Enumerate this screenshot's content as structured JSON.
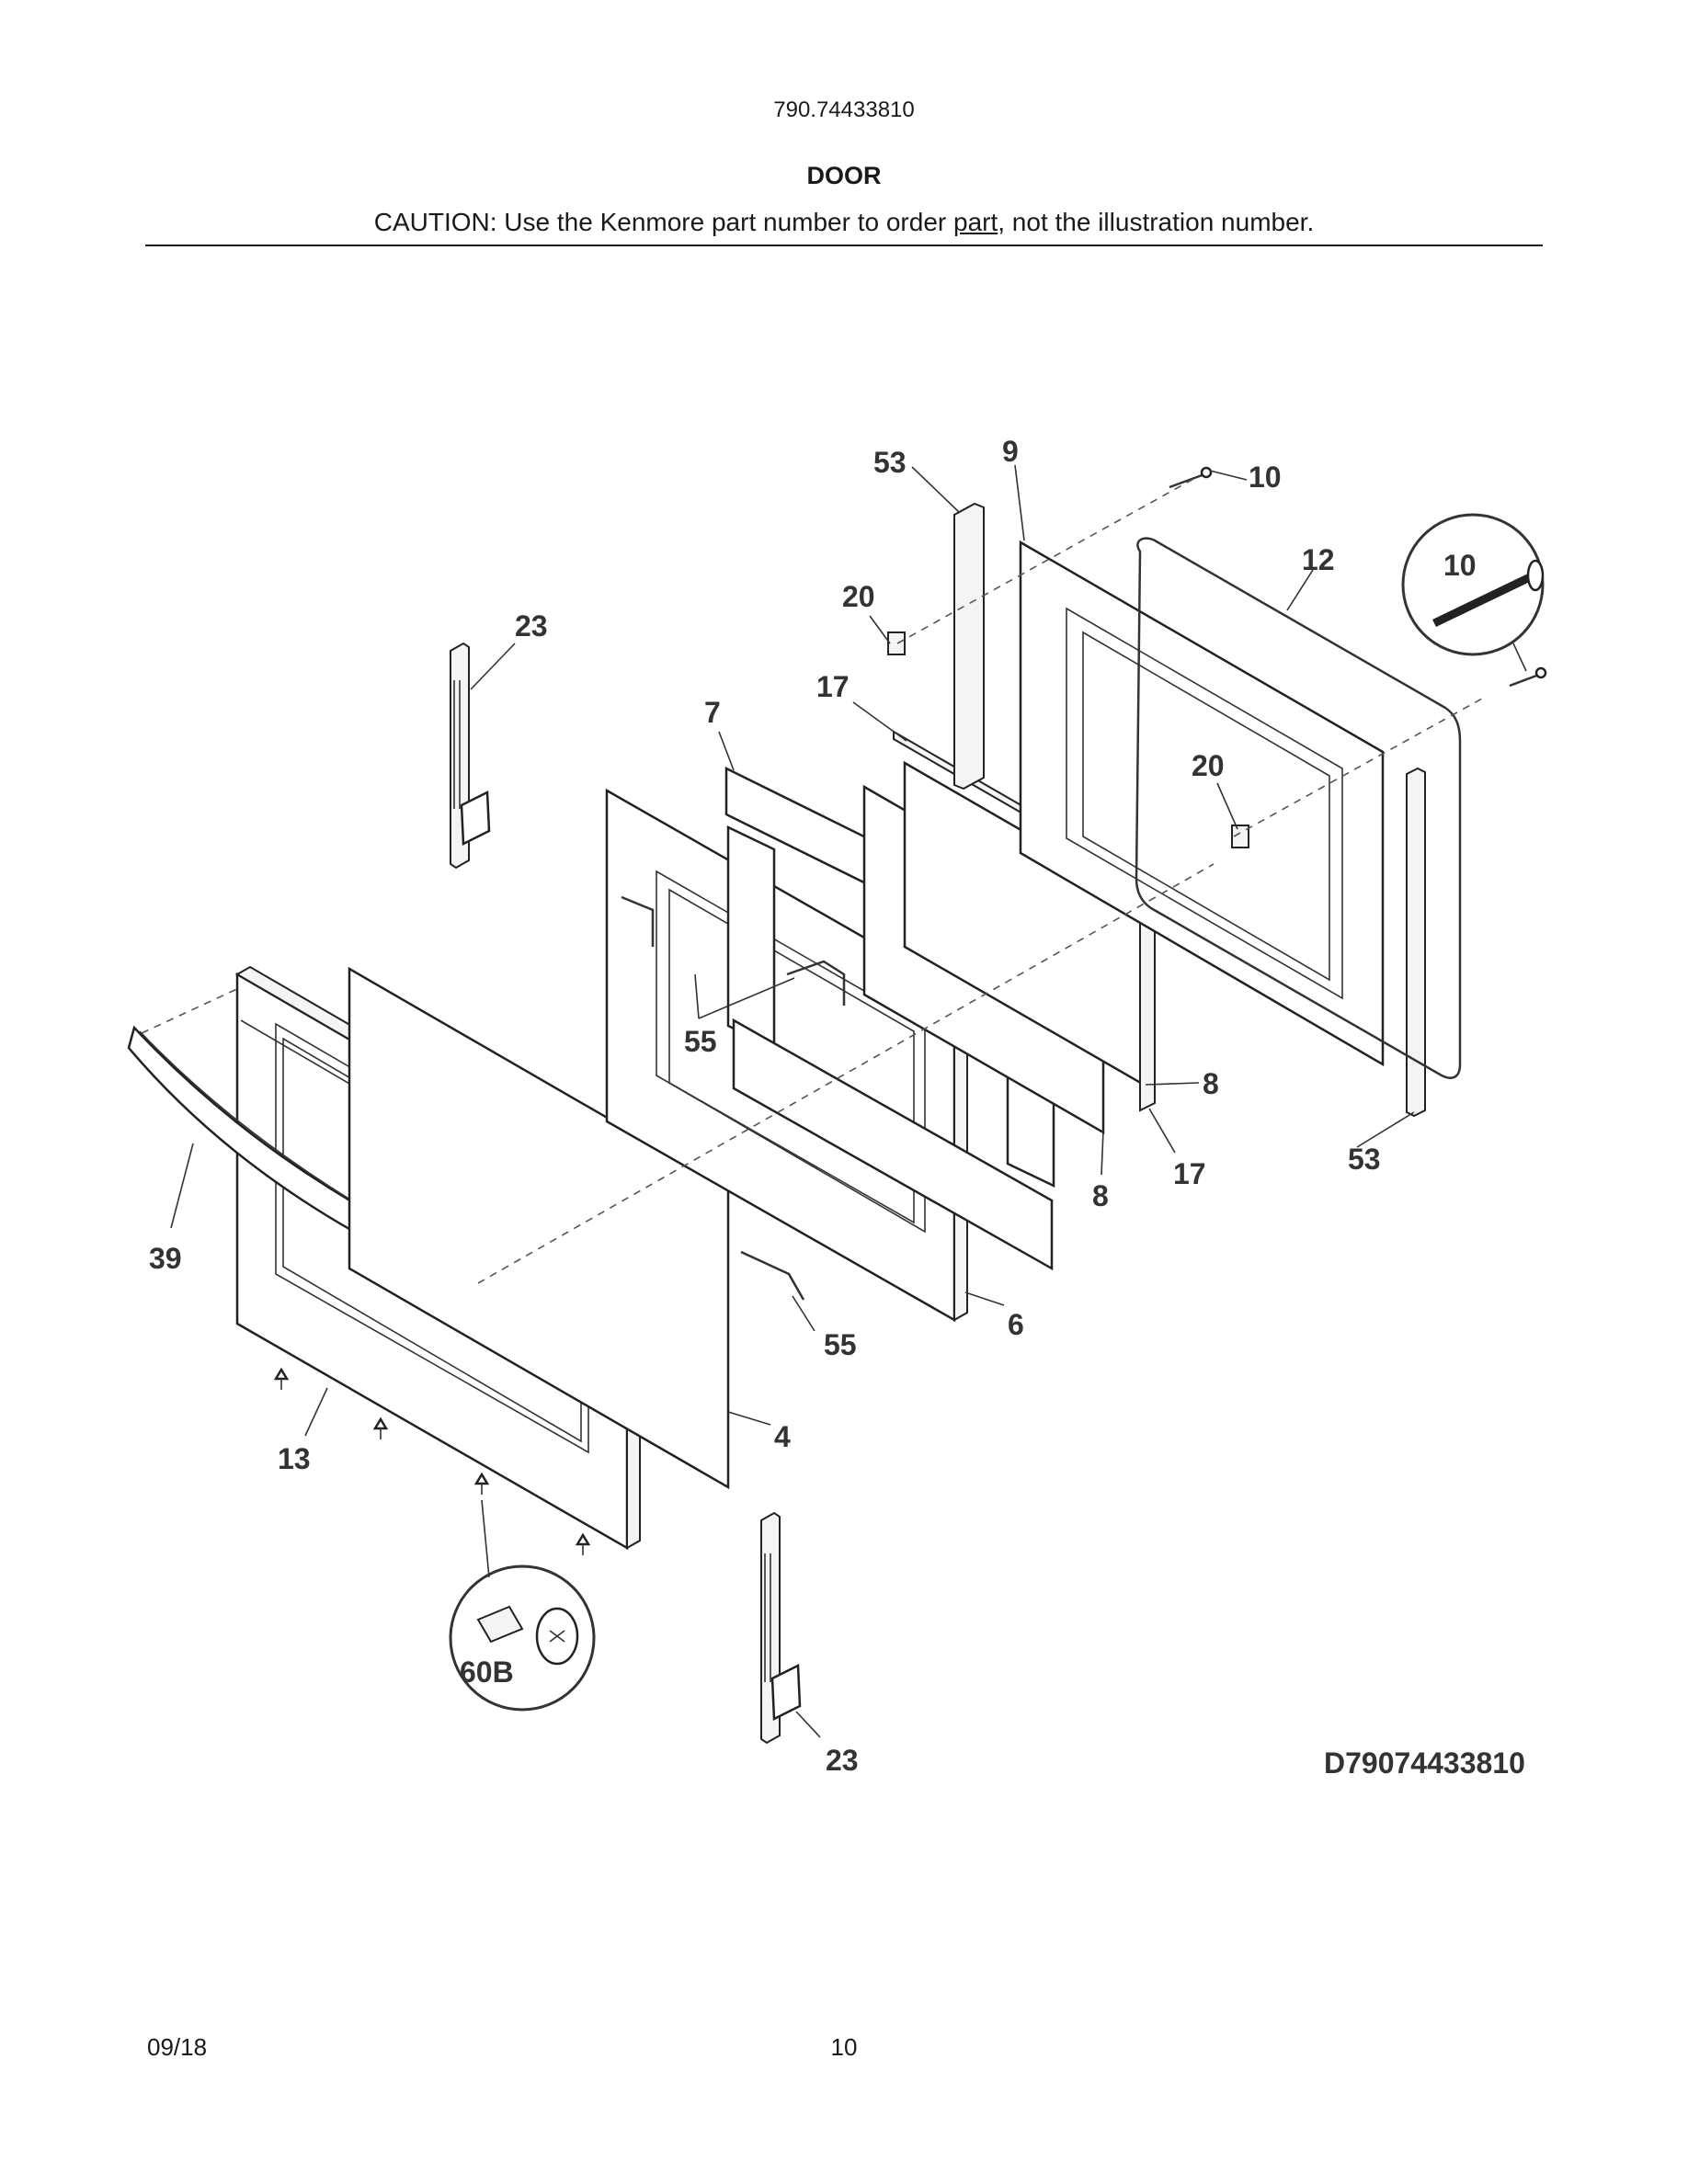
{
  "header": {
    "model_number": "790.74433810",
    "section_title": "DOOR",
    "caution_prefix": "CAUTION: Use the Kenmore part number to order ",
    "caution_underlined": "part",
    "caution_suffix": ", not the illustration number."
  },
  "callouts": {
    "c53a": "53",
    "c9": "9",
    "c10a": "10",
    "c10b": "10",
    "c12": "12",
    "c20a": "20",
    "c20b": "20",
    "c23a": "23",
    "c23b": "23",
    "c7": "7",
    "c17a": "17",
    "c17b": "17",
    "c55a": "55",
    "c55b": "55",
    "c8a": "8",
    "c8b": "8",
    "c53b": "53",
    "c39": "39",
    "c6": "6",
    "c4": "4",
    "c13": "13",
    "c60b": "60B"
  },
  "drawing_id": "D79074433810",
  "footer": {
    "date": "09/18",
    "page_number": "10"
  }
}
